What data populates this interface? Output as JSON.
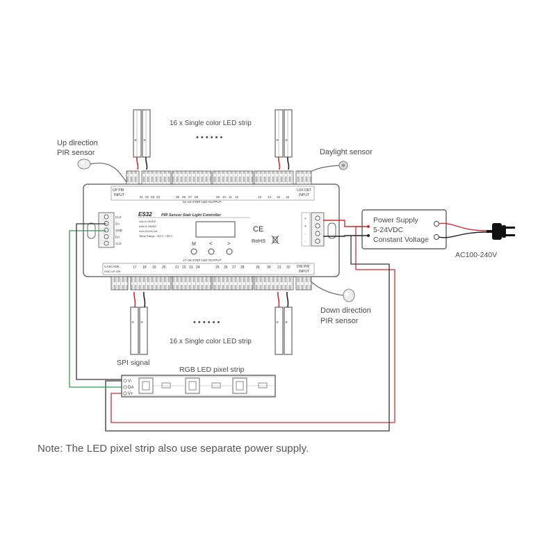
{
  "labels": {
    "top_strip": "16 x Single color LED strip",
    "bottom_strip": "16 x Single color LED strip",
    "dots": "• • • • • •",
    "up_pir_line1": "Up direction",
    "up_pir_line2": "PIR sensor",
    "daylight": "Daylight sensor",
    "down_pir_line1": "Down direction",
    "down_pir_line2": "PIR sensor",
    "ac": "AC100-240V",
    "spi": "SPI signal",
    "rgb_strip": "RGB LED pixel strip",
    "note": "Note: The LED pixel strip also use separate power supply."
  },
  "power_supply": {
    "line1": "Power Supply",
    "line2": "5-24VDC",
    "line3": "Constant Voltage"
  },
  "controller": {
    "model": "ES32",
    "title": "PIR Sensor Stair Light Controller",
    "up_pir": [
      "UP PIR",
      "INPUT"
    ],
    "lux_det": [
      "LUX DET",
      "INPUT"
    ],
    "dw_pir": [
      "DW PIR",
      "INPUT"
    ],
    "step_top": "01~16 STEP LED OUTPUT",
    "step_bottom": "17~32 STEP LED OUTPUT",
    "cascade": [
      "CASCADE",
      "GND UP DW"
    ],
    "specs": [
      "Uin=5-24VDC",
      "Iout=5-24VDC",
      "Iout=32CH×1A",
      "Temp Range: -30°C~+55°C"
    ],
    "buttons": [
      "M",
      "<",
      ">"
    ],
    "ce": "CE",
    "rohs": "RoHS",
    "top_channels": [
      "01",
      "02",
      "03",
      "04",
      "05",
      "06",
      "07",
      "08",
      "09",
      "10",
      "11",
      "12",
      "13",
      "14",
      "15",
      "16"
    ],
    "bottom_channels": [
      "17",
      "18",
      "19",
      "20",
      "21",
      "22",
      "23",
      "24",
      "25",
      "26",
      "27",
      "28",
      "29",
      "30",
      "31",
      "32"
    ],
    "spi_pins": [
      "CLK",
      "DA",
      "GND",
      "DA",
      "CLK"
    ],
    "power_pins": [
      "+",
      "+",
      "-",
      "-"
    ]
  },
  "strip_pins": {
    "v_minus": "V-",
    "da": "DA",
    "v_plus": "V+"
  },
  "colors": {
    "red_wire": "#d12a2a",
    "green_wire": "#2e9e4b",
    "black_wire": "#222222",
    "outline": "#555555"
  }
}
